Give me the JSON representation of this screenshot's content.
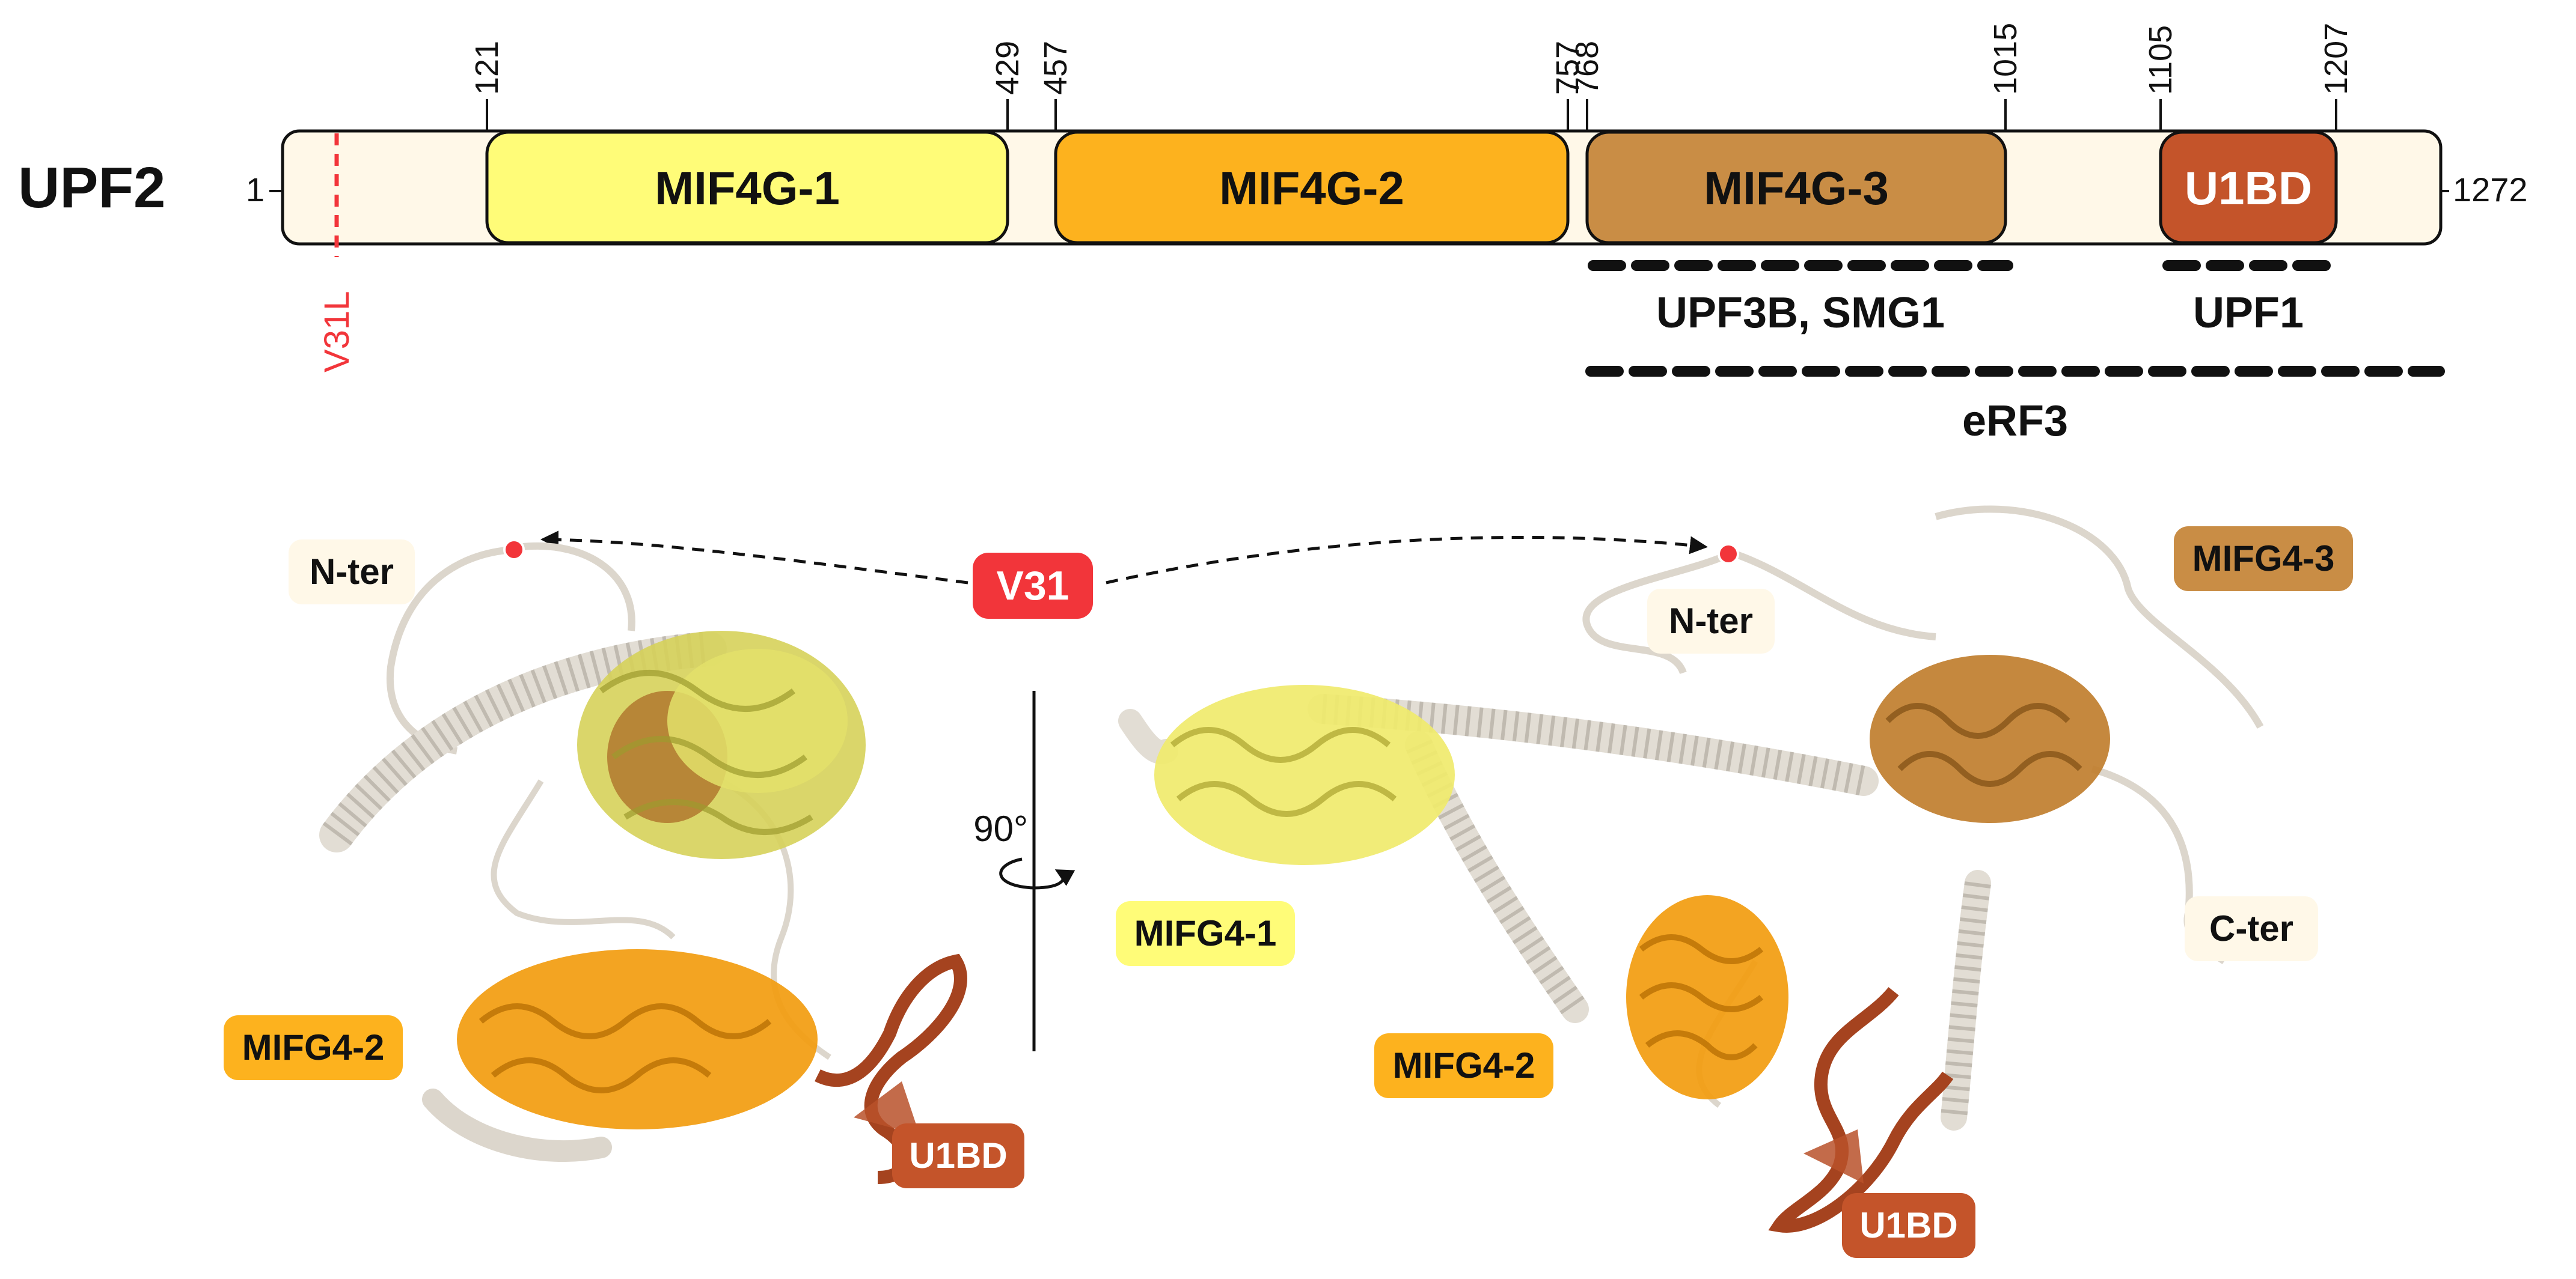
{
  "protein": {
    "name": "UPF2",
    "start_label": "1",
    "end_label": "1272"
  },
  "domains": [
    {
      "label": "MIF4G-1",
      "fill": "#FFFC78"
    },
    {
      "label": "MIF4G-2",
      "fill": "#FDB21E"
    },
    {
      "label": "MIF4G-3",
      "fill": "#C98D45"
    },
    {
      "label": "U1BD",
      "fill": "#C4542A"
    }
  ],
  "boundaries": [
    "121",
    "429",
    "457",
    "757",
    "768",
    "1015",
    "1105",
    "1207"
  ],
  "mutation": {
    "label": "V31L",
    "color": "#F2353A"
  },
  "interactors": [
    {
      "label": "UPF3B, SMG1"
    },
    {
      "label": "UPF1"
    },
    {
      "label": "eRF3"
    }
  ],
  "structure": {
    "variant_badge": "V31",
    "rotation": "90°",
    "left_view": {
      "nter": "N-ter",
      "mif4g2": "MIFG4-2",
      "u1bd": "U1BD"
    },
    "right_view": {
      "nter": "N-ter",
      "mif4g1": "MIFG4-1",
      "mif4g2": "MIFG4-2",
      "mif4g3": "MIFG4-3",
      "cter": "C-ter",
      "u1bd": "U1BD"
    }
  },
  "colors": {
    "backbone": "#EEE9E0",
    "tag_bg": "#FFF8E8",
    "badge_red": "#F2353A"
  }
}
